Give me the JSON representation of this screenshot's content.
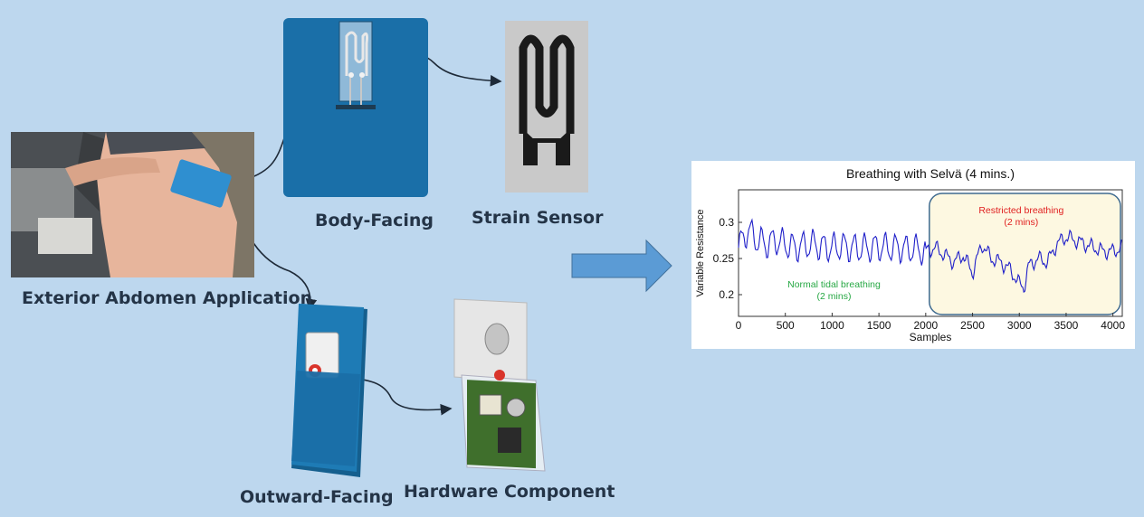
{
  "labels": {
    "exterior": "Exterior Abdomen Application",
    "body_facing": "Body-Facing",
    "strain_sensor": "Strain Sensor",
    "outward_facing": "Outward-Facing",
    "hardware": "Hardware Component"
  },
  "colors": {
    "background": "#bdd7ee",
    "patch": "#1a6fa8",
    "arrow": "#5b9bd5",
    "trace": "#1f1fc9",
    "highlight": "#fdf8e1",
    "normal_text": "#27a844",
    "restricted_text": "#e02020"
  },
  "chart_data": {
    "type": "line",
    "title": "Breathing with Selvä (4 mins.)",
    "xlabel": "Samples",
    "ylabel": "Variable Resistance",
    "xlim": [
      0,
      4100
    ],
    "ylim": [
      0.17,
      0.345
    ],
    "xticks": [
      "0",
      "500",
      "1000",
      "1500",
      "2000",
      "2500",
      "3000",
      "3500",
      "4000"
    ],
    "yticks": [
      "0.2",
      "0.25",
      "0.3"
    ],
    "xtick_values": [
      0,
      500,
      1000,
      1500,
      2000,
      2500,
      3000,
      3500,
      4000
    ],
    "ytick_values": [
      0.2,
      0.25,
      0.3
    ],
    "annotations": {
      "normal_line1": "Normal tidal breathing",
      "normal_line2": "(2 mins)",
      "restricted_line1": "Restricted breathing",
      "restricted_line2": "(2 mins)"
    },
    "highlight_region": [
      2000,
      4100
    ],
    "series": [
      {
        "x": [
          0,
          100,
          200,
          300,
          400,
          500,
          600,
          700,
          800,
          900,
          1000,
          1100,
          1200,
          1300,
          1400,
          1500,
          1600,
          1700,
          1800,
          1900,
          2000,
          2100,
          2200,
          2300,
          2400,
          2500,
          2600,
          2700,
          2800,
          2900,
          3000,
          3050,
          3100,
          3200,
          3300,
          3400,
          3500,
          3600,
          3700,
          3800,
          3900,
          4000,
          4100
        ],
        "y": [
          0.265,
          0.29,
          0.275,
          0.27,
          0.275,
          0.27,
          0.265,
          0.268,
          0.27,
          0.266,
          0.265,
          0.267,
          0.265,
          0.264,
          0.265,
          0.266,
          0.265,
          0.265,
          0.263,
          0.263,
          0.26,
          0.265,
          0.255,
          0.245,
          0.255,
          0.23,
          0.27,
          0.25,
          0.245,
          0.235,
          0.215,
          0.21,
          0.24,
          0.25,
          0.245,
          0.27,
          0.28,
          0.275,
          0.27,
          0.265,
          0.26,
          0.26,
          0.265
        ]
      }
    ]
  }
}
